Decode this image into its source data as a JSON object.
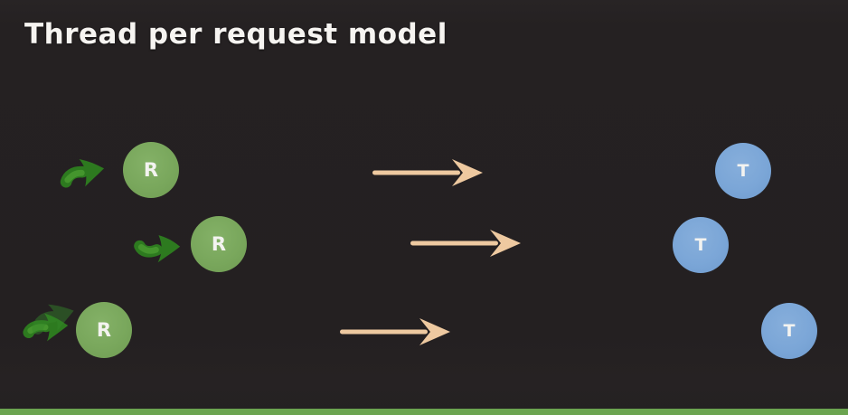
{
  "slide": {
    "title": "Thread per request model"
  },
  "diagram": {
    "description_type": "diagram",
    "rows": [
      {
        "request_label": "R",
        "thread_label": "T"
      },
      {
        "request_label": "R",
        "thread_label": "T"
      },
      {
        "request_label": "R",
        "thread_label": "T"
      }
    ],
    "icons": {
      "incoming_arrow": "hand-drawn-green-arrow-right-icon",
      "flow_arrow": "long-tan-arrow-right-icon"
    },
    "colors": {
      "background": "#252122",
      "title_text": "#f6f4f1",
      "request_circle": "#79a75c",
      "thread_circle": "#7ba6d7",
      "flow_arrow": "#eec9a0",
      "incoming_arrow": "#2e7a20",
      "incoming_arrow_highlight": "#4a9c31",
      "circle_text": "#f3f3f0",
      "progress_bar": "#6ba450"
    }
  }
}
